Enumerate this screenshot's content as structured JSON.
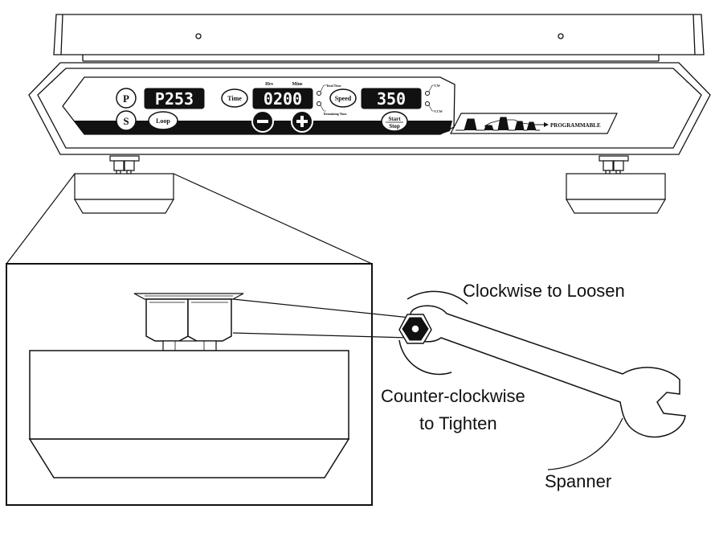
{
  "panel": {
    "buttons": {
      "p": "P",
      "s": "S",
      "loop": "Loop",
      "time": "Time",
      "speed": "Speed",
      "start": "Start",
      "stop": "Stop",
      "minus": "−",
      "plus": "+"
    },
    "displays": {
      "program": "P253",
      "time": "0200",
      "speed": "350"
    },
    "time_labels": {
      "hrs": "Hrs",
      "mins": "Mins",
      "total_time": "Total Time",
      "remaining_time": "Remaining Time"
    },
    "direction_labels": {
      "cw": "CW",
      "ccw": "CCW"
    },
    "programmable_label": "PROGRAMMABLE"
  },
  "callouts": {
    "clockwise": "Clockwise to Loosen",
    "counter_line1": "Counter-clockwise",
    "counter_line2": "to Tighten",
    "spanner": "Spanner"
  }
}
